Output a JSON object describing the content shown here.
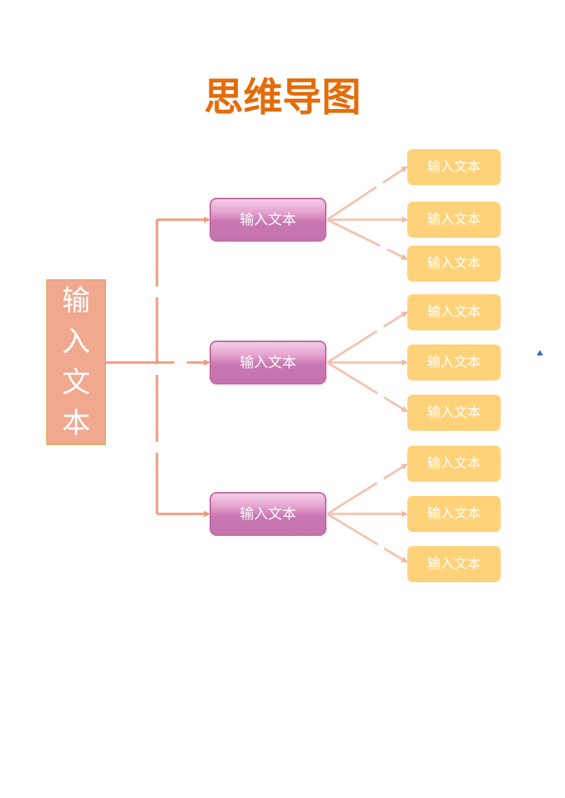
{
  "title": "思维导图",
  "root": {
    "chars": [
      "输",
      "入",
      "文",
      "本"
    ]
  },
  "branches": [
    {
      "label": "输入文本",
      "leaves": [
        "输入文本",
        "输入文本",
        "输入文本"
      ]
    },
    {
      "label": "输入文本",
      "leaves": [
        "输入文本",
        "输入文本",
        "输入文本"
      ]
    },
    {
      "label": "输入文本",
      "leaves": [
        "输入文本",
        "输入文本",
        "输入文本"
      ]
    }
  ],
  "colors": {
    "title": "#E46C0A",
    "root_fill": "#F0A88E",
    "branch_fill": "#C977B2",
    "leaf_fill": "#FFD27A",
    "connector": "#F0A88E",
    "connector_light": "#F3C4B0"
  },
  "icons": {
    "marker": "small-triangle-icon"
  }
}
